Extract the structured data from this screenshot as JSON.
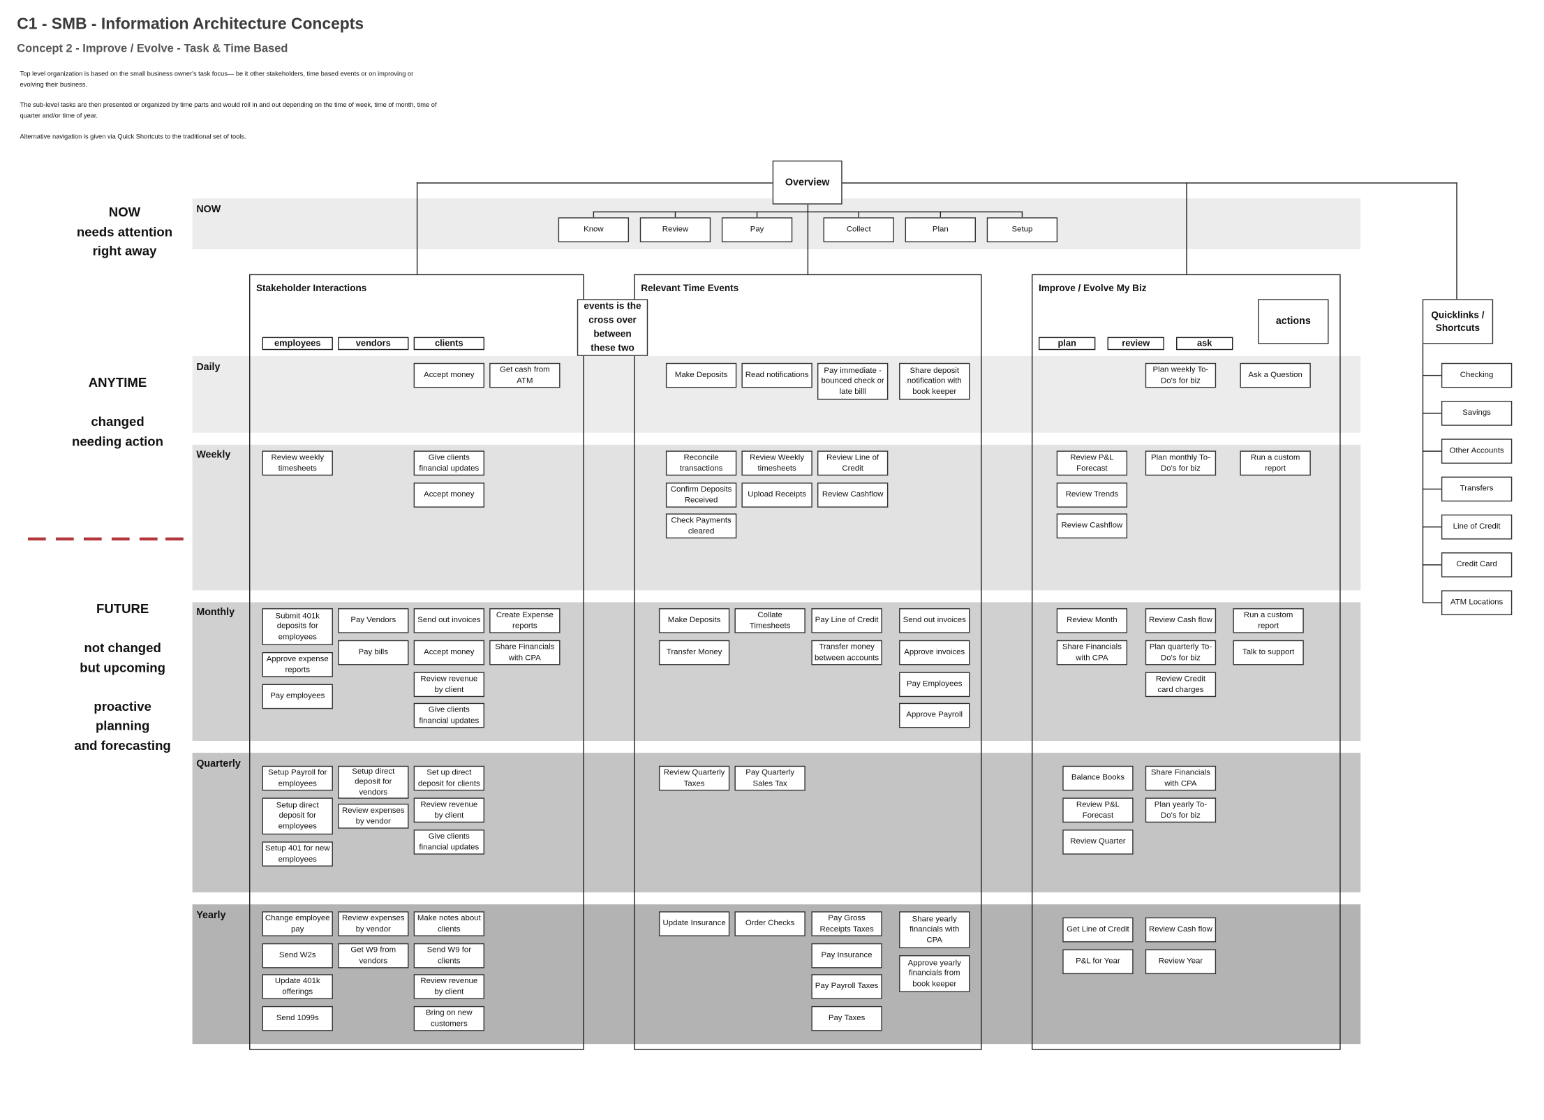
{
  "header": {
    "title": "C1 - SMB - Information Architecture Concepts",
    "subtitle": "Concept 2 - Improve / Evolve - Task & Time Based",
    "desc": [
      "Top level organization is based on the small business owner's task focus— be it other stakeholders, time based events or on improving or evolving their business.",
      "The sub-level tasks are then presented or organized by time parts and would roll in and out depending on the time of week, time of month, time of quarter and/or time of year.",
      "Alternative navigation is given via Quick Shortcuts to the traditional set of tools."
    ]
  },
  "side_labels": {
    "now": "NOW\nneeds attention\nright away",
    "anytime": "ANYTIME\n\nchanged\nneeding action",
    "future": "FUTURE\n\nnot changed\nbut upcoming\n\nproactive\nplanning\nand forecasting"
  },
  "rows": [
    "NOW",
    "Daily",
    "Weekly",
    "Monthly",
    "Quarterly",
    "Yearly"
  ],
  "overview": "Overview",
  "now_nav": [
    "Know",
    "Review",
    "Pay",
    "Collect",
    "Plan",
    "Setup"
  ],
  "columns": {
    "stakeholder": {
      "title": "Stakeholder Interactions",
      "tabs": [
        "employees",
        "vendors",
        "clients"
      ]
    },
    "time_events": {
      "title": "Relevant Time Events"
    },
    "improve": {
      "title": "Improve / Evolve My Biz",
      "tabs": [
        "plan",
        "review",
        "ask"
      ]
    }
  },
  "note_events": "events is the cross over between these two",
  "actions": "actions",
  "quicklinks": {
    "title": "Quicklinks / Shortcuts",
    "items": [
      "Checking",
      "Savings",
      "Other Accounts",
      "Transfers",
      "Line of Credit",
      "Credit Card",
      "ATM Locations"
    ]
  },
  "tasks": {
    "s_d_1": "Accept money",
    "s_d_2": "Get cash from ATM",
    "t_d_1": "Make Deposits",
    "t_d_2": "Read notifications",
    "t_d_3": "Pay immediate - bounced check or late billl",
    "t_d_4": "Share deposit notification with book keeper",
    "i_d_1": "Plan weekly To-Do's for biz",
    "i_d_2": "Ask a Question",
    "s_w_1": "Review weekly timesheets",
    "s_w_2": "Give clients financial updates",
    "s_w_3": "Accept money",
    "t_w_1": "Reconcile transactions",
    "t_w_2": "Review Weekly timesheets",
    "t_w_3": "Review Line of Credit",
    "t_w_4": "Confirm Deposits Received",
    "t_w_5": "Upload Receipts",
    "t_w_6": "Review Cashflow",
    "t_w_7": "Check Payments cleared",
    "i_w_1": "Review P&L Forecast",
    "i_w_2": "Plan monthly To-Do's for biz",
    "i_w_3": "Run a custom report",
    "i_w_4": "Review Trends",
    "i_w_5": "Review Cashflow",
    "s_m_1": "Submit 401k deposits for employees",
    "s_m_2": "Pay Vendors",
    "s_m_3": "Send out invoices",
    "s_m_4": "Create Expense reports",
    "s_m_5": "Approve expense reports",
    "s_m_6": "Pay bills",
    "s_m_7": "Accept money",
    "s_m_8": "Share Financials with CPA",
    "s_m_9": "Pay employees",
    "s_m_10": "Review revenue by client",
    "s_m_11": "Give clients financial updates",
    "t_m_1": "Make Deposits",
    "t_m_2": "Collate Timesheets",
    "t_m_3": "Pay Line of Credit",
    "t_m_4": "Send out invoices",
    "t_m_5": "Transfer Money",
    "t_m_6": "Transfer money between accounts",
    "t_m_7": "Approve invoices",
    "t_m_8": "Pay Employees",
    "t_m_9": "Approve Payroll",
    "i_m_1": "Review Month",
    "i_m_2": "Review Cash flow",
    "i_m_3": "Run a custom report",
    "i_m_4": "Share Financials with CPA",
    "i_m_5": "Plan quarterly To-Do's for biz",
    "i_m_6": "Talk to support",
    "i_m_7": "Review Credit card charges",
    "s_q_1": "Setup Payroll for employees",
    "s_q_2": "Setup direct deposit for vendors",
    "s_q_3": "Set up direct deposit for clients",
    "s_q_4": "Setup direct deposit for employees",
    "s_q_5": "Review expenses by vendor",
    "s_q_6": "Review revenue by client",
    "s_q_7": "Setup 401 for new employees",
    "s_q_8": "Give clients financial updates",
    "t_q_1": "Review Quarterly Taxes",
    "t_q_2": "Pay Quarterly Sales Tax",
    "i_q_1": "Balance Books",
    "i_q_2": "Share Financials with CPA",
    "i_q_3": "Review P&L Forecast",
    "i_q_4": "Plan yearly To-Do's for biz",
    "i_q_5": "Review Quarter",
    "s_y_1": "Change employee pay",
    "s_y_2": "Review expenses by vendor",
    "s_y_3": "Make notes about clients",
    "s_y_4": "Send W2s",
    "s_y_5": "Get W9 from vendors",
    "s_y_6": "Send W9 for clients",
    "s_y_7": "Update 401k offerings",
    "s_y_8": "Review revenue by client",
    "s_y_9": "Send 1099s",
    "s_y_10": "Bring on new customers",
    "t_y_1": "Update Insurance",
    "t_y_2": "Order Checks",
    "t_y_3": "Pay Gross Receipts Taxes",
    "t_y_4": "Share yearly financials with CPA",
    "t_y_5": "Pay Insurance",
    "t_y_6": "Approve yearly financials from book keeper",
    "t_y_7": "Pay Payroll Taxes",
    "t_y_8": "Pay Taxes",
    "i_y_1": "Get Line of Credit",
    "i_y_2": "Review Cash flow",
    "i_y_3": "P&L for Year",
    "i_y_4": "Review Year"
  }
}
